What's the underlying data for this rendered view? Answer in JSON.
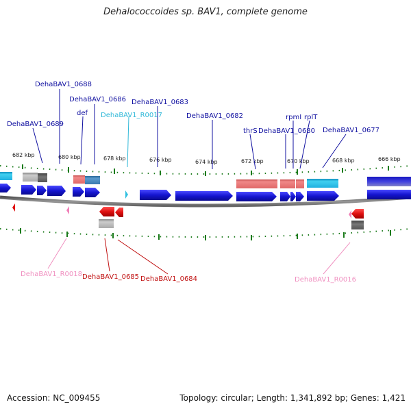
{
  "title": "Dehalococcoides sp. BAV1, complete genome",
  "footer": {
    "accession": "Accession: NC_009455",
    "topology": "Topology: circular; Length: 1,341,892 bp; Genes: 1,421"
  },
  "scale_labels": [
    "682 kbp",
    "680 kbp",
    "678 kbp",
    "676 kbp",
    "674 kbp",
    "672 kbp",
    "670 kbp",
    "668 kbp",
    "666 kbp"
  ],
  "gene_labels_top": [
    {
      "text": "DehaBAV1_0688",
      "color": "#1010a0"
    },
    {
      "text": "DehaBAV1_0686",
      "color": "#1010a0"
    },
    {
      "text": "DehaBAV1_0683",
      "color": "#1010a0"
    },
    {
      "text": "def",
      "color": "#1010a0"
    },
    {
      "text": "DehaBAV1_R0017",
      "color": "#30b8d8"
    },
    {
      "text": "DehaBAV1_0689",
      "color": "#1010a0"
    },
    {
      "text": "DehaBAV1_0682",
      "color": "#1010a0"
    },
    {
      "text": "rpmI",
      "color": "#1010a0"
    },
    {
      "text": "rplT",
      "color": "#1010a0"
    },
    {
      "text": "thrS",
      "color": "#1010a0"
    },
    {
      "text": "DehaBAV1_0680",
      "color": "#1010a0"
    },
    {
      "text": "DehaBAV1_0677",
      "color": "#1010a0"
    }
  ],
  "gene_labels_bottom": [
    {
      "text": "DehaBAV1_R0018",
      "color": "#f090c0"
    },
    {
      "text": "DehaBAV1_0685",
      "color": "#c01010"
    },
    {
      "text": "DehaBAV1_0684",
      "color": "#c01010"
    },
    {
      "text": "DehaBAV1_R0016",
      "color": "#f090c0"
    }
  ],
  "colors": {
    "forward_gene": "#1515d0",
    "reverse_gene": "#e01010",
    "trna": "#f080b8",
    "rrna_light": "#30c0e0",
    "cog_red": "#e07070",
    "cog_blue": "#4080b0",
    "cog_gray": "#a0a0a0",
    "tick_green": "#208020",
    "backbone": "#808080"
  }
}
